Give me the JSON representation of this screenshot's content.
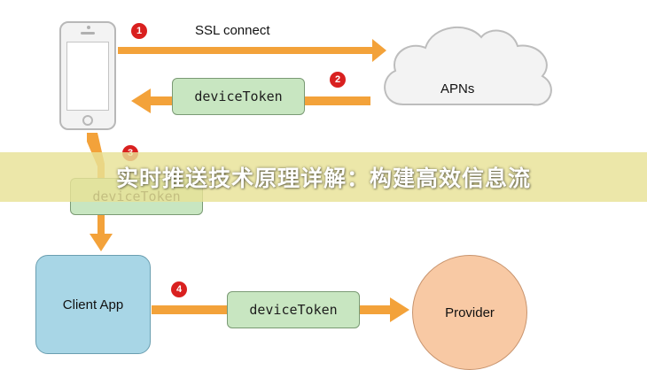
{
  "steps": {
    "step1_number": "1",
    "step1_label": "SSL connect",
    "step2_number": "2",
    "step2_token": "deviceToken",
    "step3_number": "3",
    "step3_token": "deviceToken",
    "step4_number": "4",
    "step4_token": "deviceToken"
  },
  "nodes": {
    "apns": "APNs",
    "client_app": "Client App",
    "provider": "Provider"
  },
  "banner": {
    "title": "实时推送技术原理详解：构建高效信息流"
  },
  "colors": {
    "arrow": "#f3a23a",
    "badge": "#d9201f",
    "token_fill": "#c8e6c1",
    "client_fill": "#a8d6e6",
    "provider_fill": "#f8c9a4"
  },
  "icons": [
    "iphone-icon",
    "cloud-icon"
  ]
}
